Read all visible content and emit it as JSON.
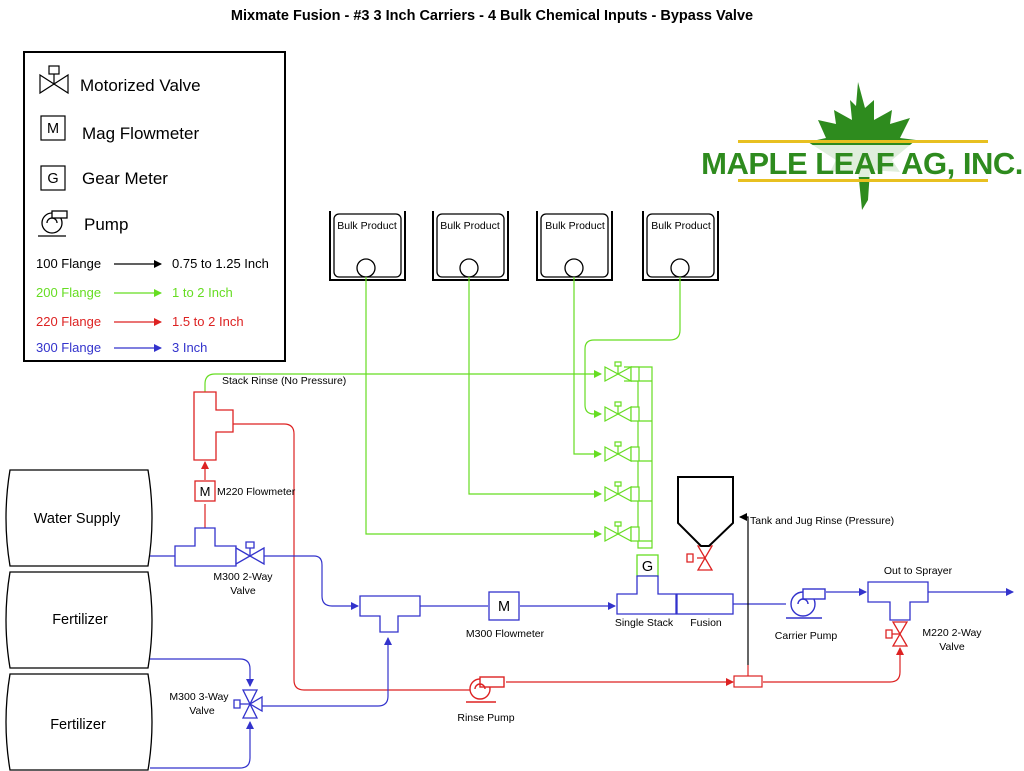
{
  "title": "Mixmate Fusion - #3 3 Inch Carriers - 4 Bulk Chemical Inputs - Bypass Valve",
  "legend": {
    "motorized_valve": "Motorized Valve",
    "mag_flowmeter": "Mag Flowmeter",
    "mag_symbol": "M",
    "gear_meter": "Gear Meter",
    "gear_symbol": "G",
    "pump": "Pump",
    "flanges": [
      {
        "name": "100 Flange",
        "size": "0.75 to 1.25 Inch",
        "color": "#000000"
      },
      {
        "name": "200 Flange",
        "size": "1 to 2 Inch",
        "color": "#66dd22"
      },
      {
        "name": "220 Flange",
        "size": "1.5 to 2 Inch",
        "color": "#dd2222"
      },
      {
        "name": "300 Flange",
        "size": "3 Inch",
        "color": "#3333cc"
      }
    ]
  },
  "logo": {
    "text": "MAPLE LEAF AG, INC.",
    "color": "#2e8b1e",
    "line_color": "#e8c020"
  },
  "bulk_product_label": "Bulk Product",
  "tanks": {
    "water_supply": "Water Supply",
    "fertilizer_1": "Fertilizer",
    "fertilizer_2": "Fertilizer"
  },
  "labels": {
    "stack_rinse": "Stack Rinse (No Pressure)",
    "m220_flowmeter": "M220 Flowmeter",
    "m300_2way_line1": "M300 2-Way",
    "m300_2way_line2": "Valve",
    "m300_flowmeter": "M300 Flowmeter",
    "single_stack": "Single Stack",
    "fusion": "Fusion",
    "tank_jug_rinse": "Tank and Jug Rinse (Pressure)",
    "carrier_pump": "Carrier Pump",
    "out_to_sprayer": "Out to Sprayer",
    "m220_2way_line1": "M220 2-Way",
    "m220_2way_line2": "Valve",
    "m300_3way_line1": "M300 3-Way",
    "m300_3way_line2": "Valve",
    "rinse_pump": "Rinse Pump",
    "m_symbol": "M",
    "g_symbol": "G"
  }
}
